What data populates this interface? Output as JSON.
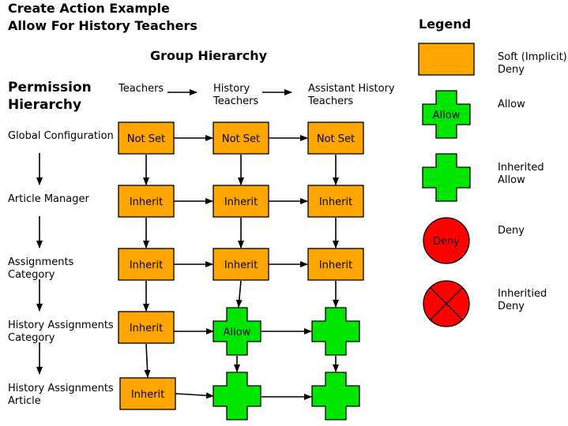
{
  "title": {
    "line1": "Create Action Example",
    "line2": "Allow For History Teachers"
  },
  "group_hierarchy": {
    "heading": "Group Hierarchy",
    "groups": [
      {
        "line1": "Teachers",
        "line2": ""
      },
      {
        "line1": "History",
        "line2": "Teachers"
      },
      {
        "line1": "Assistant History",
        "line2": "Teachers"
      }
    ]
  },
  "permission_hierarchy": {
    "heading_line1": "Permission",
    "heading_line2": "Hierarchy",
    "levels": [
      {
        "line1": "Global Configuration",
        "line2": ""
      },
      {
        "line1": "Article Manager",
        "line2": ""
      },
      {
        "line1": "Assignments",
        "line2": "Category"
      },
      {
        "line1": "History Assignments",
        "line2": "Category"
      },
      {
        "line1": "History Assignments",
        "line2": "Article"
      }
    ]
  },
  "grid": [
    [
      {
        "type": "soft-deny",
        "label": "Not Set"
      },
      {
        "type": "soft-deny",
        "label": "Not Set"
      },
      {
        "type": "soft-deny",
        "label": "Not Set"
      }
    ],
    [
      {
        "type": "soft-deny",
        "label": "Inherit"
      },
      {
        "type": "soft-deny",
        "label": "Inherit"
      },
      {
        "type": "soft-deny",
        "label": "Inherit"
      }
    ],
    [
      {
        "type": "soft-deny",
        "label": "Inherit"
      },
      {
        "type": "soft-deny",
        "label": "Inherit"
      },
      {
        "type": "soft-deny",
        "label": "Inherit"
      }
    ],
    [
      {
        "type": "soft-deny",
        "label": "Inherit"
      },
      {
        "type": "allow",
        "label": "Allow"
      },
      {
        "type": "inherited-allow",
        "label": ""
      }
    ],
    [
      {
        "type": "soft-deny",
        "label": "Inherit"
      },
      {
        "type": "inherited-allow",
        "label": ""
      },
      {
        "type": "inherited-allow",
        "label": ""
      }
    ]
  ],
  "legend": {
    "heading": "Legend",
    "items": [
      {
        "type": "soft-deny",
        "symbol_label": "",
        "line1": "Soft (Implicit)",
        "line2": "Deny"
      },
      {
        "type": "allow",
        "symbol_label": "Allow",
        "line1": "Allow",
        "line2": ""
      },
      {
        "type": "inherited-allow",
        "symbol_label": "",
        "line1": "Inherited",
        "line2": "Allow"
      },
      {
        "type": "deny",
        "symbol_label": "Deny",
        "line1": "Deny",
        "line2": ""
      },
      {
        "type": "inherited-deny",
        "symbol_label": "",
        "line1": "Inheritied",
        "line2": "Deny"
      }
    ]
  },
  "colors": {
    "soft_deny": "#ffa500",
    "allow": "#00e600",
    "deny": "#ff0000"
  }
}
